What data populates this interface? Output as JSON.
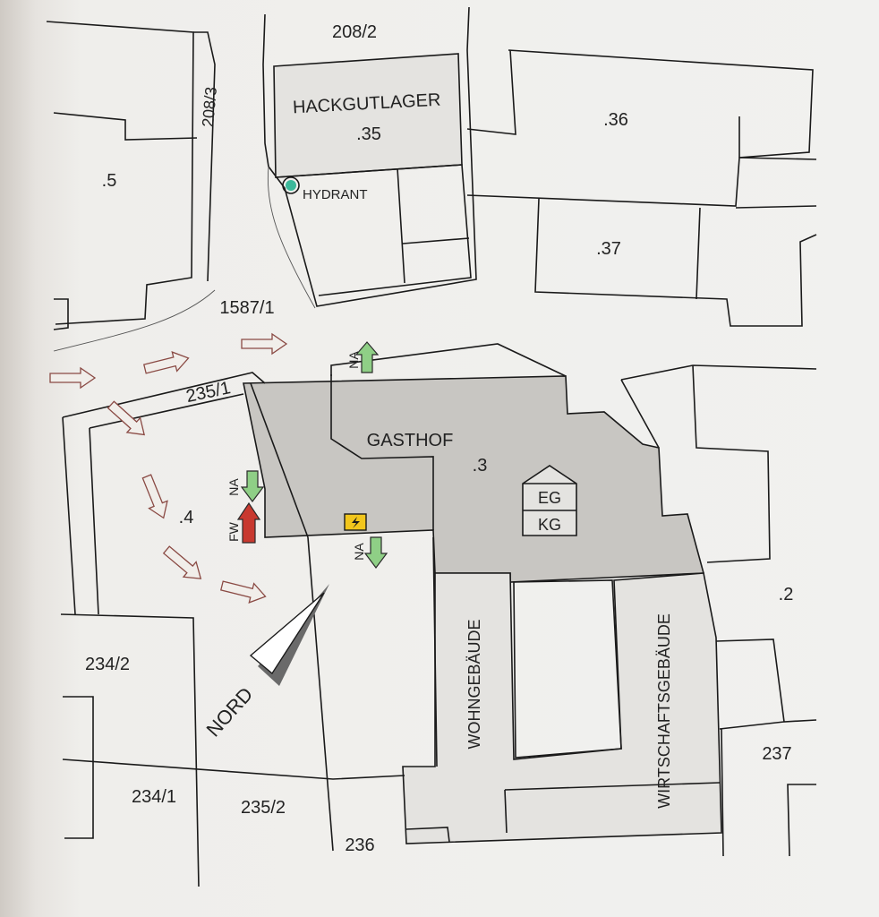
{
  "parcels": {
    "p208_2": "208/2",
    "p208_3": "208/3",
    "p5": ".5",
    "p35": ".35",
    "p36": ".36",
    "p37": ".37",
    "p1587_1": "1587/1",
    "p235_1": "235/1",
    "p3": ".3",
    "p4": ".4",
    "p2": ".2",
    "p234_2": "234/2",
    "p234_1": "234/1",
    "p235_2": "235/2",
    "p236": "236",
    "p237": "237"
  },
  "buildings": {
    "hackgutlager": "HACKGUTLAGER",
    "gasthof": "GASTHOF",
    "wohngebaeude": "WOHNGEBÄUDE",
    "wirtschaftsgebaeude": "WIRTSCHAFTSGEBÄUDE"
  },
  "legend": {
    "hydrant": "HYDRANT",
    "na": "NA",
    "fw": "FW",
    "eg": "EG",
    "kg": "KG",
    "nord": "NORD"
  },
  "colors": {
    "building_fill": "#c8c6c2",
    "na_arrow": "#8fcf86",
    "fw_arrow": "#c8392f",
    "hydrant": "#3cb89a",
    "electric_box": "#f2c61c",
    "flow_arrow_stroke": "#8a4a44"
  },
  "icons": {
    "hydrant": "hydrant-icon",
    "electric": "lightning-icon",
    "north": "north-arrow-icon",
    "floors": "floor-plan-house-icon"
  }
}
